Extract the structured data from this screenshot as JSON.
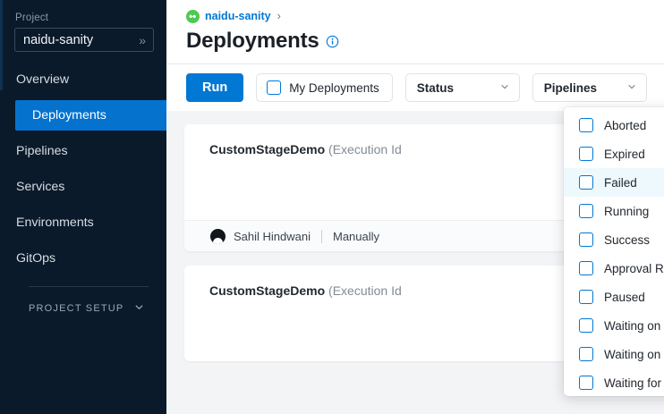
{
  "sidebar": {
    "project_label": "Project",
    "project_value": "naidu-sanity",
    "project_expand_icon": "double-chevron-right-icon",
    "items": [
      {
        "label": "Overview",
        "active": false
      },
      {
        "label": "Deployments",
        "active": true
      },
      {
        "label": "Pipelines",
        "active": false
      },
      {
        "label": "Services",
        "active": false
      },
      {
        "label": "Environments",
        "active": false
      },
      {
        "label": "GitOps",
        "active": false
      }
    ],
    "section": {
      "label": "PROJECT SETUP",
      "icon": "chevron-down-icon"
    }
  },
  "header": {
    "breadcrumb": {
      "icon": "harness-project-icon",
      "link": "naidu-sanity",
      "separator": "›"
    },
    "title": "Deployments",
    "info_icon": "info-circle-icon"
  },
  "toolbar": {
    "run_label": "Run",
    "my_deployments_label": "My Deployments",
    "my_deployments_checked": false,
    "status_label": "Status",
    "pipelines_label": "Pipelines",
    "chevron_icon": "chevron-down-icon"
  },
  "status_dropdown": {
    "open": true,
    "highlighted": "Failed",
    "options": [
      {
        "label": "Aborted",
        "checked": false
      },
      {
        "label": "Expired",
        "checked": false
      },
      {
        "label": "Failed",
        "checked": false
      },
      {
        "label": "Running",
        "checked": false
      },
      {
        "label": "Success",
        "checked": false
      },
      {
        "label": "Approval Rejected",
        "checked": false
      },
      {
        "label": "Paused",
        "checked": false
      },
      {
        "label": "Waiting on approval",
        "checked": false
      },
      {
        "label": "Waiting on intervention",
        "checked": false
      },
      {
        "label": "Waiting for resources",
        "checked": false
      }
    ]
  },
  "executions": [
    {
      "name": "CustomStageDemo",
      "meta": "(Execution Id",
      "user": "Sahil Hindwani",
      "trigger": "Manually"
    },
    {
      "name": "CustomStageDemo",
      "meta": "(Execution Id"
    }
  ],
  "colors": {
    "sidebar_bg": "#0b1a2b",
    "accent_blue": "#0278d5",
    "active_nav": "#0572ce",
    "breadcrumb_green": "#4dc952",
    "highlight_row": "#edf9fd",
    "content_bg": "#f3f4f6"
  }
}
